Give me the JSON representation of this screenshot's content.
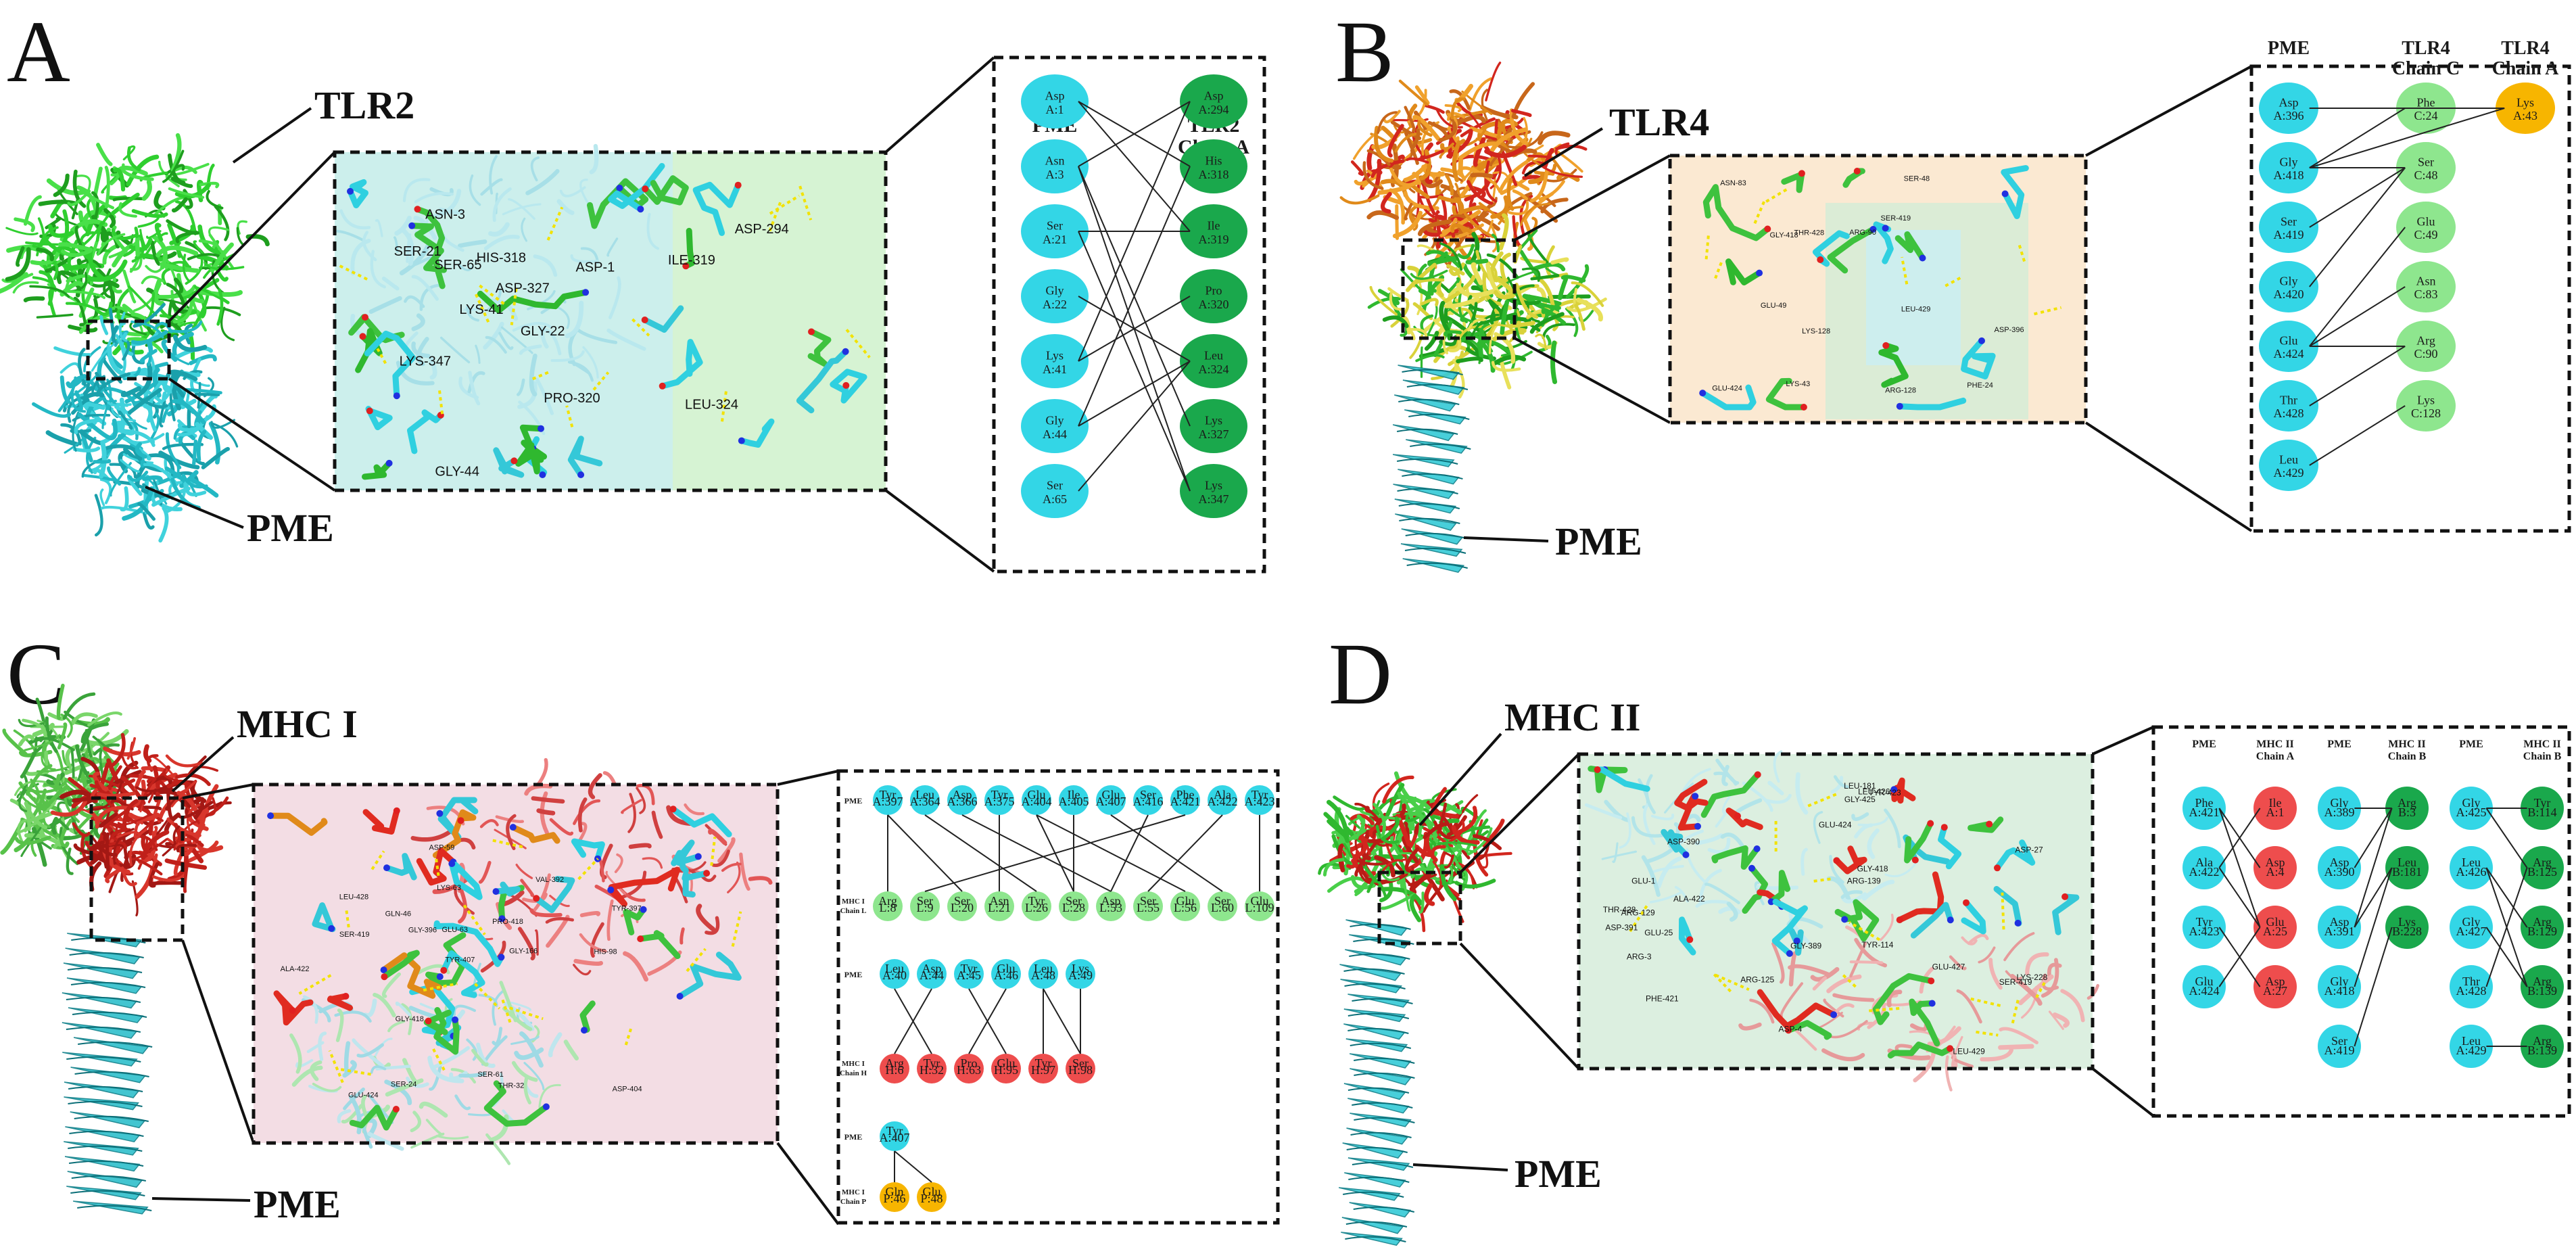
{
  "panels": [
    {
      "letter": "A",
      "receptor": "TLR2",
      "ligand": "PME",
      "residues": [
        "ASN-3",
        "LYS-347",
        "ASP-1",
        "GLY-22",
        "PRO-320",
        "LEU-324",
        "LYS-41",
        "ASP-294",
        "GLY-44",
        "SER-21",
        "ILE-319",
        "SER-65",
        "HIS-318",
        "ASP-327"
      ],
      "headers": [
        {
          "lines": [
            "PME"
          ]
        },
        {
          "lines": [
            "TLR2",
            "Chain A"
          ]
        }
      ],
      "cols": [
        {
          "color": "#33d6e6",
          "nodes": [
            [
              "Asp",
              "A:1"
            ],
            [
              "Asn",
              "A:3"
            ],
            [
              "Ser",
              "A:21"
            ],
            [
              "Gly",
              "A:22"
            ],
            [
              "Lys",
              "A:41"
            ],
            [
              "Gly",
              "A:44"
            ],
            [
              "Ser",
              "A:65"
            ]
          ]
        },
        {
          "color": "#1aa84c",
          "nodes": [
            [
              "Asp",
              "A:294"
            ],
            [
              "His",
              "A:318"
            ],
            [
              "Ile",
              "A:319"
            ],
            [
              "Pro",
              "A:320"
            ],
            [
              "Leu",
              "A:324"
            ],
            [
              "Lys",
              "A:327"
            ],
            [
              "Lys",
              "A:347"
            ]
          ]
        }
      ]
    },
    {
      "letter": "B",
      "receptor": "TLR4",
      "ligand": "PME",
      "residues": [
        "LYS-43",
        "ASP-396",
        "ARG-90",
        "GLU-424",
        "PHE-24",
        "SER-419",
        "ARG-128",
        "LEU-429",
        "LYS-128",
        "GLY-418",
        "SER-48",
        "ASN-83",
        "THR-428",
        "GLU-49"
      ],
      "headers": [
        {
          "lines": [
            "PME"
          ]
        },
        {
          "lines": [
            "TLR4",
            "Chain C"
          ]
        },
        {
          "lines": [
            "TLR4",
            "Chain A"
          ]
        }
      ],
      "cols": [
        {
          "color": "#33d6e6",
          "nodes": [
            [
              "Asp",
              "A:396"
            ],
            [
              "Gly",
              "A:418"
            ],
            [
              "Ser",
              "A:419"
            ],
            [
              "Gly",
              "A:420"
            ],
            [
              "Glu",
              "A:424"
            ],
            [
              "Thr",
              "A:428"
            ],
            [
              "Leu",
              "A:429"
            ]
          ]
        },
        {
          "color": "#8ee68e",
          "nodes": [
            [
              "Phe",
              "C:24"
            ],
            [
              "Ser",
              "C:48"
            ],
            [
              "Glu",
              "C:49"
            ],
            [
              "Asn",
              "C:83"
            ],
            [
              "Arg",
              "C:90"
            ],
            [
              "Lys",
              "C:128"
            ]
          ]
        },
        {
          "color": "#f7b500",
          "nodes": [
            [
              "Lys",
              "A:43"
            ]
          ]
        }
      ]
    },
    {
      "letter": "C",
      "receptor": "MHC I",
      "ligand": "PME",
      "residues": [
        "TYR-407",
        "ASP-404",
        "THR-32",
        "GLU-63",
        "GLN-46",
        "PRO-418",
        "LEU-428",
        "VAL-392",
        "SER-419",
        "ALA-422",
        "GLU-424",
        "TYR-397",
        "GLY-396",
        "GLY-418",
        "HIS-98",
        "LYS-63",
        "SER-24",
        "ASP-59",
        "GLY-166",
        "SER-61"
      ],
      "rows": {
        "top": {
          "label": "PME",
          "nodes": [
            [
              "Tyr",
              "A:397"
            ],
            [
              "Leu",
              "A:364"
            ],
            [
              "Asp",
              "A:366"
            ],
            [
              "Tyr",
              "A:375"
            ],
            [
              "Glu",
              "A:404"
            ],
            [
              "Ile",
              "A:405"
            ],
            [
              "Glu",
              "A:407"
            ],
            [
              "Ser",
              "A:416"
            ],
            [
              "Phe",
              "A:421"
            ],
            [
              "Ala",
              "A:422"
            ],
            [
              "Tyr",
              "A:423"
            ]
          ]
        },
        "bottom": {
          "label": "MHC I Chain L",
          "nodes": [
            [
              "Arg",
              "L:8"
            ],
            [
              "Ser",
              "L:9"
            ],
            [
              "Ser",
              "L:20"
            ],
            [
              "Asn",
              "L:21"
            ],
            [
              "Tyr",
              "L:26"
            ],
            [
              "Ser",
              "L:28"
            ],
            [
              "Asp",
              "L:53"
            ],
            [
              "Ser",
              "L:55"
            ],
            [
              "Glu",
              "L:56"
            ],
            [
              "Ser",
              "L:60"
            ],
            [
              "Glu",
              "L:109"
            ]
          ]
        },
        "top2": {
          "label": "PME",
          "nodes": [
            [
              "Leu",
              "A:40"
            ],
            [
              "Asp",
              "A:44"
            ],
            [
              "Tyr",
              "A:45"
            ],
            [
              "Glu",
              "A:46"
            ],
            [
              "Leu",
              "A:48"
            ],
            [
              "Lys",
              "A:49"
            ]
          ]
        },
        "bottom2": {
          "label": "MHC I Chain H",
          "nodes": [
            [
              "Arg",
              "H:6"
            ],
            [
              "Tyr",
              "H:32"
            ],
            [
              "Pro",
              "H:63"
            ],
            [
              "Glu",
              "H:95"
            ],
            [
              "Tyr",
              "H:97"
            ],
            [
              "Ser",
              "H:98"
            ]
          ]
        },
        "top3": {
          "label": "PME",
          "nodes": [
            [
              "Tyr",
              "A:407"
            ]
          ]
        },
        "bottom3": {
          "label": "MHC I Chain P",
          "nodes": [
            [
              "Gln",
              "P:46"
            ],
            [
              "Glu",
              "P:48"
            ]
          ]
        }
      }
    },
    {
      "letter": "D",
      "receptor": "MHC II",
      "ligand": "PME",
      "residues": [
        "LYS-228",
        "SER-419",
        "GLY-418",
        "LEU-181",
        "ASP-4",
        "GLY-389",
        "ASP-390",
        "ARG-125",
        "LEU-429",
        "ARG-3",
        "ASP-391",
        "PHE-421",
        "TYR-114",
        "GLU-427",
        "ARG-139",
        "ALA-422",
        "THR-428",
        "LEU-426",
        "ARG-129",
        "ASP-27",
        "GLU-424",
        "GLY-425",
        "GLU-1",
        "TYR-423",
        "GLU-25"
      ],
      "headers": [
        {
          "lines": [
            "PME"
          ]
        },
        {
          "lines": [
            "MHC II",
            "Chain A"
          ]
        },
        {
          "lines": [
            "PME"
          ]
        },
        {
          "lines": [
            "MHC II",
            "Chain B"
          ]
        },
        {
          "lines": [
            "PME"
          ]
        },
        {
          "lines": [
            "MHC II",
            "Chain B"
          ]
        }
      ],
      "cols": [
        {
          "color": "#33d6e6",
          "nodes": [
            [
              "Phe",
              "A:421"
            ],
            [
              "Ala",
              "A:422"
            ],
            [
              "Tyr",
              "A:423"
            ],
            [
              "Glu",
              "A:424"
            ]
          ]
        },
        {
          "color": "#ee4d4d",
          "nodes": [
            [
              "Ile",
              "A:1"
            ],
            [
              "Asp",
              "A:4"
            ],
            [
              "Glu",
              "A:25"
            ],
            [
              "Asp",
              "A:27"
            ]
          ]
        },
        {
          "color": "#33d6e6",
          "nodes": [
            [
              "Gly",
              "A:389"
            ],
            [
              "Asp",
              "A:390"
            ],
            [
              "Asp",
              "A:391"
            ],
            [
              "Gly",
              "A:418"
            ],
            [
              "Ser",
              "A:419"
            ]
          ]
        },
        {
          "color": "#1aa84c",
          "nodes": [
            [
              "Arg",
              "B:3"
            ],
            [
              "Leu",
              "B:181"
            ],
            [
              "Lys",
              "B:228"
            ]
          ]
        },
        {
          "color": "#33d6e6",
          "nodes": [
            [
              "Gly",
              "A:425"
            ],
            [
              "Leu",
              "A:426"
            ],
            [
              "Gly",
              "A:427"
            ],
            [
              "Thr",
              "A:428"
            ],
            [
              "Leu",
              "A:429"
            ]
          ]
        },
        {
          "color": "#1aa84c",
          "nodes": [
            [
              "Tyr",
              "B:114"
            ],
            [
              "Arg",
              "B:125"
            ],
            [
              "Arg",
              "B:129"
            ],
            [
              "Arg",
              "B:139"
            ],
            [
              "Arg",
              "B:139"
            ]
          ]
        }
      ]
    }
  ]
}
